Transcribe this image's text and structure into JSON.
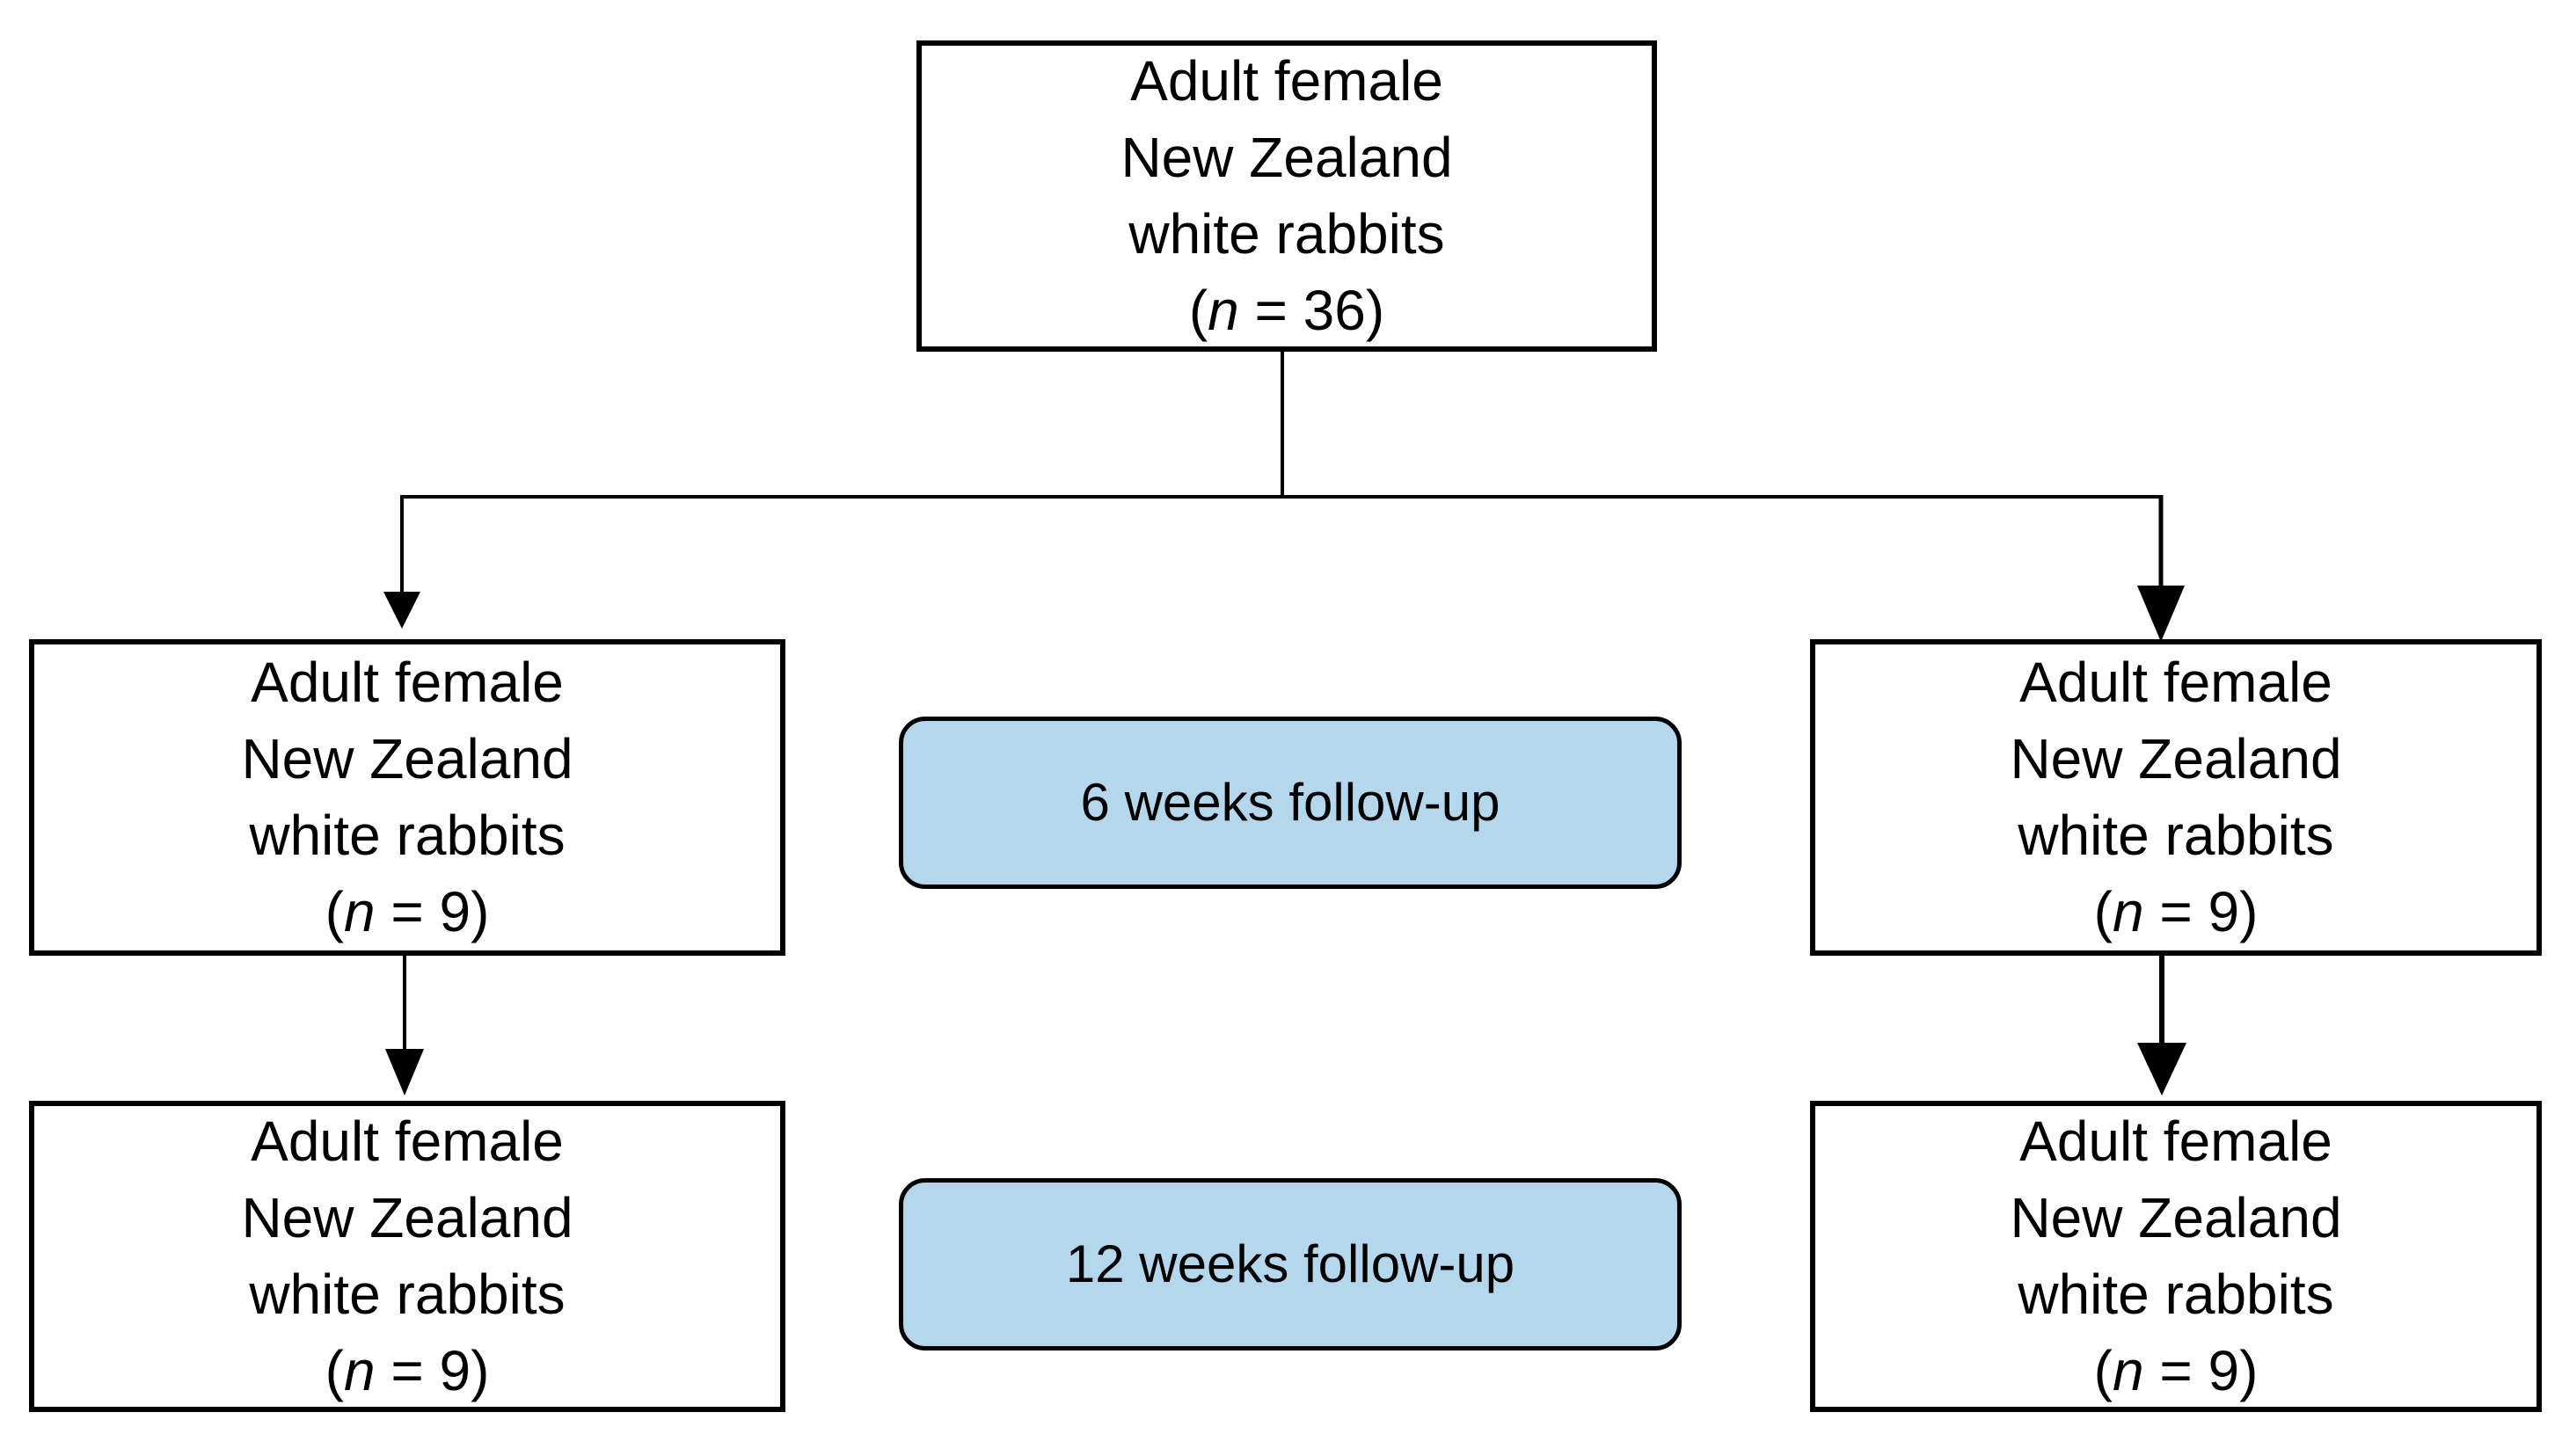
{
  "boxes": {
    "top": {
      "lines": [
        "Adult female",
        "New Zealand",
        "white rabbits"
      ],
      "n_open": "(",
      "n_var": "n",
      "n_rest": " = 36)"
    },
    "mid_left": {
      "lines": [
        "Adult female",
        "New Zealand",
        "white rabbits"
      ],
      "n_open": "(",
      "n_var": "n",
      "n_rest": " = 9)"
    },
    "mid_right": {
      "lines": [
        "Adult female",
        "New Zealand",
        "white rabbits"
      ],
      "n_open": "(",
      "n_var": "n",
      "n_rest": " = 9)"
    },
    "bottom_left": {
      "lines": [
        "Adult female",
        "New Zealand",
        "white rabbits"
      ],
      "n_open": "(",
      "n_var": "n",
      "n_rest": " = 9)"
    },
    "bottom_right": {
      "lines": [
        "Adult female",
        "New Zealand",
        "white rabbits"
      ],
      "n_open": "(",
      "n_var": "n",
      "n_rest": " = 9)"
    }
  },
  "pills": {
    "six_weeks_label": "6 weeks follow-up",
    "twelve_weeks_label": "12 weeks follow-up"
  },
  "colors": {
    "line": "#000000",
    "pill_fill": "#B4D7EE",
    "box_fill": "#FFFFFF",
    "text": "#000000"
  }
}
